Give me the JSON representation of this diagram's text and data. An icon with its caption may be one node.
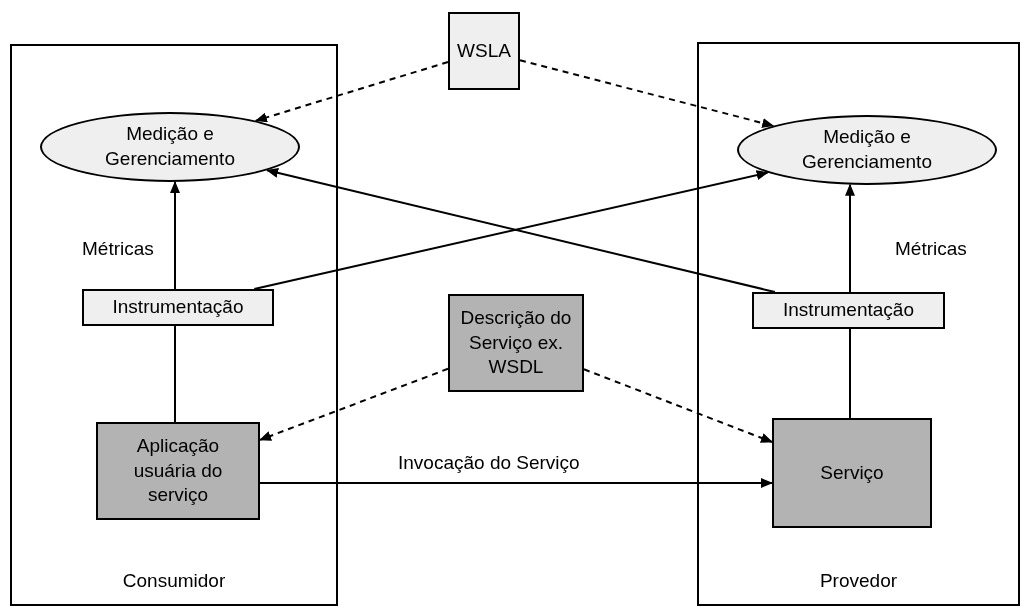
{
  "diagram": {
    "nodes": [
      {
        "text": [
          "WSLA"
        ]
      },
      {
        "text": [
          "Consumidor"
        ]
      },
      {
        "text": [
          "Medição e Gerenciamento"
        ],
        "in": 1
      },
      {
        "text": [
          "Instrumentação"
        ],
        "in": 1
      },
      {
        "text": [
          "Aplicação usuária do serviço"
        ],
        "in": 1
      },
      {
        "text": [
          "Provedor"
        ]
      },
      {
        "text": [
          "Medição e Gerenciamento"
        ],
        "in": 5
      },
      {
        "text": [
          "Instrumentação"
        ],
        "in": 5
      },
      {
        "text": [
          "Serviço"
        ],
        "in": 5
      },
      {
        "text": [
          "Descrição do Serviço ex. WSDL"
        ]
      }
    ],
    "edges": [
      {
        "from": 0,
        "to": 2,
        "arrow": "to",
        "style": "dashed"
      },
      {
        "from": 0,
        "to": 6,
        "arrow": "to",
        "style": "dashed"
      },
      {
        "from": 3,
        "to": 2,
        "arrow": "to",
        "label": "Métricas"
      },
      {
        "from": 3,
        "to": 6,
        "arrow": "to"
      },
      {
        "from": 7,
        "to": 2,
        "arrow": "to"
      },
      {
        "from": 7,
        "to": 6,
        "arrow": "to",
        "label": "Métricas"
      },
      {
        "from": 3,
        "to": 4,
        "arrow": "none"
      },
      {
        "from": 7,
        "to": 8,
        "arrow": "none"
      },
      {
        "from": 9,
        "to": 4,
        "arrow": "to",
        "style": "dashed"
      },
      {
        "from": 9,
        "to": 8,
        "arrow": "to",
        "style": "dashed"
      },
      {
        "from": 4,
        "to": 8,
        "arrow": "to",
        "label": "Invocação do Serviço"
      }
    ]
  }
}
